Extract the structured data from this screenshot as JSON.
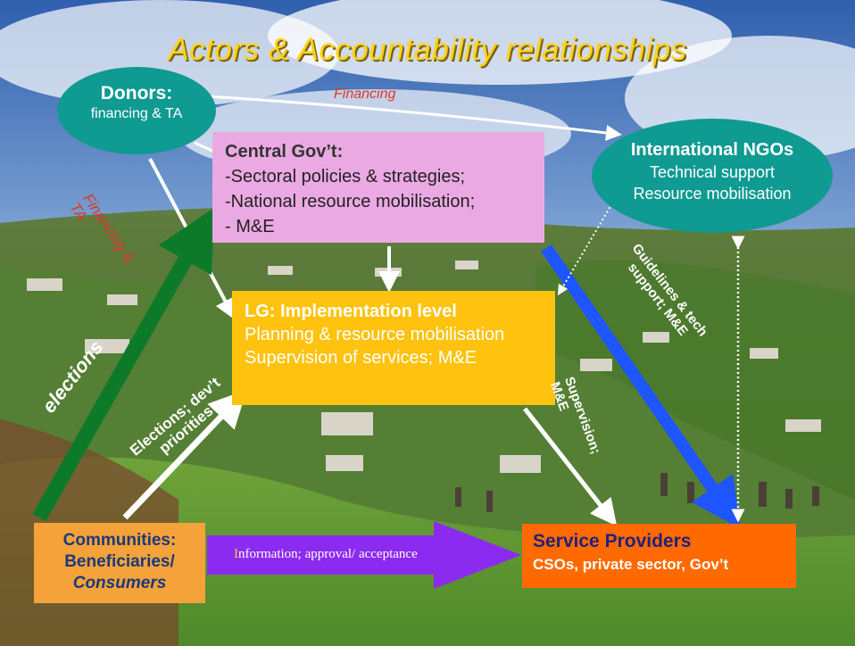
{
  "title": "Actors & Accountability relationships",
  "nodes": {
    "donors": {
      "title": "Donors:",
      "subtitle": "financing & TA"
    },
    "central_gov": {
      "title": "Central Gov’t:",
      "lines": [
        "-Sectoral policies & strategies;",
        "-National resource mobilisation;",
        "- M&E"
      ]
    },
    "intl_ngos": {
      "title": "International NGOs",
      "lines": [
        "Technical support",
        "Resource mobilisation"
      ]
    },
    "lg": {
      "title": "LG: Implementation level",
      "lines": [
        "Planning & resource mobilisation",
        "Supervision of services; M&E"
      ]
    },
    "communities": {
      "line1": "Communities:",
      "line2": "Beneficiaries/",
      "line3": "Consumers"
    },
    "service_providers": {
      "title": "Service Providers",
      "subtitle": "CSOs, private sector, Gov’t"
    }
  },
  "edges": {
    "financing": "Financing",
    "financing_ta_line1": "Financing &",
    "financing_ta_line2": "TA",
    "elections": "elections",
    "elections_priorities_line1": "Elections; dev’t",
    "elections_priorities_line2": "priorities",
    "guidelines_line1": "Guidelines & tech",
    "guidelines_line2": "support; M&E",
    "supervision_line1": "Supervision;",
    "supervision_line2": "M&E",
    "information_first": "I",
    "information_rest": "nformation; approval/ acceptance"
  },
  "colors": {
    "title": "#ffd21a",
    "ellipse": "#0f9a92",
    "central_box": "#eba9e3",
    "lg_box": "#ffc20e",
    "communities_box": "#f6a23a",
    "service_box": "#ff6a00",
    "green_arrow": "#0d7a2a",
    "blue_arrow": "#1f55ff",
    "purple_arrow": "#8b2bf0",
    "financing_label": "#e0362a"
  }
}
